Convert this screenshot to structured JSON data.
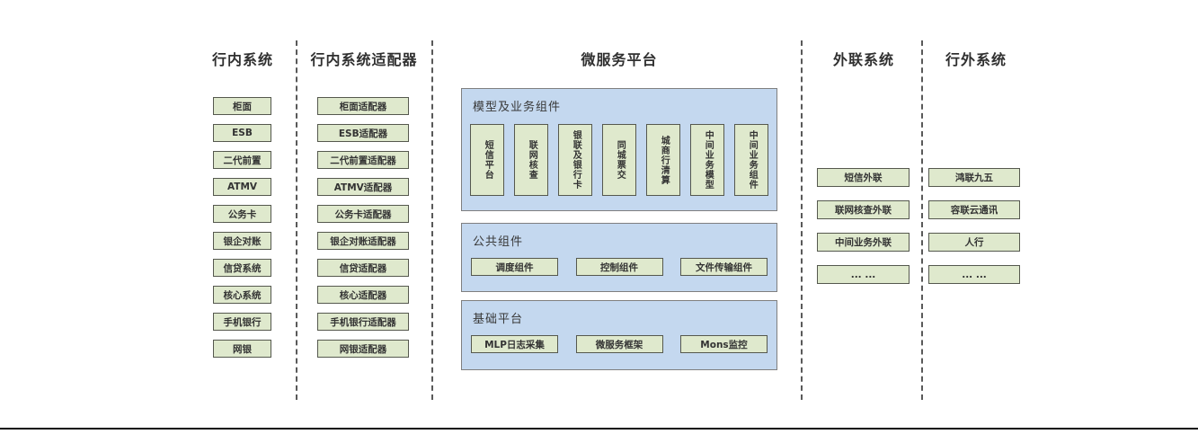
{
  "diagram": {
    "columns": [
      {
        "title": "行内系统",
        "items": [
          "柜面",
          "ESB",
          "二代前置",
          "ATMV",
          "公务卡",
          "银企对账",
          "信贷系统",
          "核心系统",
          "手机银行",
          "网银"
        ]
      },
      {
        "title": "行内系统适配器",
        "items": [
          "柜面适配器",
          "ESB适配器",
          "二代前置适配器",
          "ATMV适配器",
          "公务卡适配器",
          "银企对账适配器",
          "信贷适配器",
          "核心适配器",
          "手机银行适配器",
          "网银适配器"
        ]
      },
      {
        "title": "微服务平台",
        "sections": [
          {
            "label": "模型及业务组件",
            "items": [
              "短信平台",
              "联网核查",
              "银联及银行卡",
              "同城票交",
              "城商行清算",
              "中间业务模型",
              "中间业务组件"
            ]
          },
          {
            "label": "公共组件",
            "items": [
              "调度组件",
              "控制组件",
              "文件传输组件"
            ]
          },
          {
            "label": "基础平台",
            "items": [
              "MLP日志采集",
              "微服务框架",
              "Mons监控"
            ]
          }
        ]
      },
      {
        "title": "外联系统",
        "items": [
          "短信外联",
          "联网核查外联",
          "中间业务外联",
          "... ..."
        ]
      },
      {
        "title": "行外系统",
        "items": [
          "鸿联九五",
          "容联云通讯",
          "人行",
          "... ..."
        ]
      }
    ],
    "colors": {
      "box_fill": "#dfe9cd",
      "box_border": "#55584e",
      "panel_fill": "#c4d8ef",
      "panel_border": "#7f7f7f"
    }
  }
}
